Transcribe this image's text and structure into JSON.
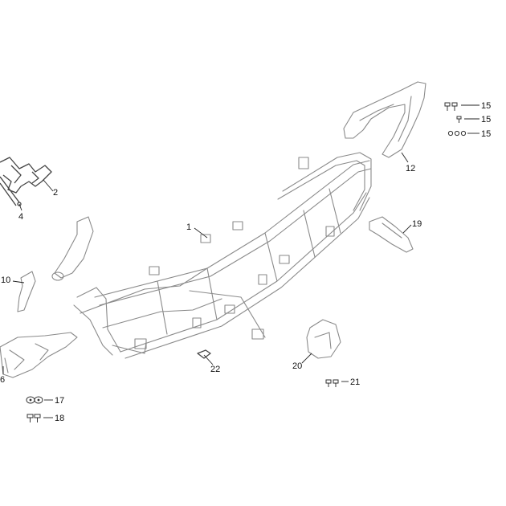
{
  "callouts": {
    "c1": "1",
    "c2": "2",
    "c4": "4",
    "c6": "6",
    "c10": "10",
    "c12": "12",
    "c15a": "15",
    "c15b": "15",
    "c15c": "15",
    "c17": "17",
    "c18": "18",
    "c19": "19",
    "c20": "20",
    "c21": "21",
    "c22": "22"
  }
}
